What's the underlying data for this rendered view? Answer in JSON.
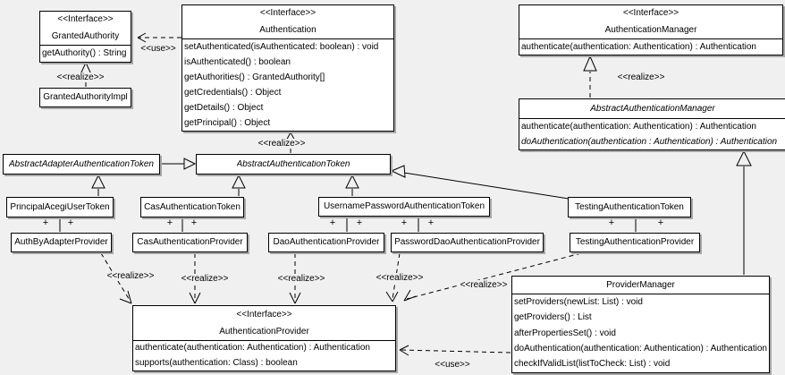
{
  "labels": {
    "interface_stereotype": "<<Interface>>",
    "realize": "<<realize>>",
    "use": "<<use>>",
    "plus": "+"
  },
  "classes": {
    "granted_authority": {
      "stereotype": "<<Interface>>",
      "name": "GrantedAuthority",
      "methods": [
        "getAuthority() : String"
      ]
    },
    "granted_authority_impl": {
      "name": "GrantedAuthorityImpl"
    },
    "authentication": {
      "stereotype": "<<Interface>>",
      "name": "Authentication",
      "methods": [
        "setAuthenticated(isAuthenticated: boolean) : void",
        "isAuthenticated() : boolean",
        "getAuthorities() : GrantedAuthority[]",
        "getCredentials() : Object",
        "getDetails() : Object",
        "getPrincipal() : Object"
      ]
    },
    "authentication_manager": {
      "stereotype": "<<Interface>>",
      "name": "AuthenticationManager",
      "methods": [
        "authenticate(authentication: Authentication) : Authentication"
      ]
    },
    "abstract_authentication_manager": {
      "name": "AbstractAuthenticationManager",
      "methods": [
        "authenticate(authentication: Authentication) : Authentication",
        "doAuthentication(authentication : Authentication) : Authentication"
      ]
    },
    "abstract_adapter_authentication_token": {
      "name": "AbstractAdapterAuthenticationToken"
    },
    "abstract_authentication_token": {
      "name": "AbstractAuthenticationToken"
    },
    "principal_acegi_user_token": {
      "name": "PrincipalAcegiUserToken"
    },
    "cas_authentication_token": {
      "name": "CasAuthenticationToken"
    },
    "username_password_authentication_token": {
      "name": "UsernamePasswordAuthenticationToken"
    },
    "testing_authentication_token": {
      "name": "TestingAuthenticationToken"
    },
    "auth_by_adapter_provider": {
      "name": "AuthByAdapterProvider"
    },
    "cas_authentication_provider": {
      "name": "CasAuthenticationProvider"
    },
    "dao_authentication_provider": {
      "name": "DaoAuthenticationProvider"
    },
    "password_dao_authentication_provider": {
      "name": "PasswordDaoAuthenticationProvider"
    },
    "testing_authentication_provider": {
      "name": "TestingAuthenticationProvider"
    },
    "authentication_provider": {
      "stereotype": "<<Interface>>",
      "name": "AuthenticationProvider",
      "methods": [
        "authenticate(authentication: Authentication) : Authentication",
        "supports(authentication: Class) : boolean"
      ]
    },
    "provider_manager": {
      "name": "ProviderManager",
      "methods": [
        "setProviders(newList: List) : void",
        "getProviders() : List",
        "afterPropertiesSet() : void",
        "doAuthentication(authentication: Authentication) : Authentication",
        "checkIfValidList(listToCheck: List) : void"
      ]
    }
  }
}
